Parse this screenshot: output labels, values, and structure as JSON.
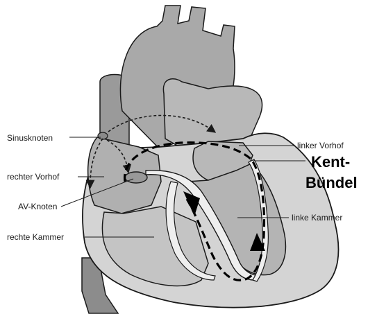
{
  "labels": {
    "sinusknoten": "Sinusknoten",
    "rechter_vorhof": "rechter Vorhof",
    "av_knoten": "AV-Knoten",
    "rechte_kammer": "rechte Kammer",
    "linker_vorhof": "linker Vorhof",
    "kent_line1": "Kent-",
    "kent_line2": "Bündel",
    "linke_kammer": "linke Kammer"
  },
  "colors": {
    "outline": "#1a1a1a",
    "aorta_fill": "#a9a9a9",
    "vessel_fill": "#8c8c8c",
    "chamber_fill": "#b4b4b4",
    "wall_fill": "#d4d4d4",
    "pathway_fill": "#eeeeee",
    "label_text": "#1a1a1a"
  }
}
